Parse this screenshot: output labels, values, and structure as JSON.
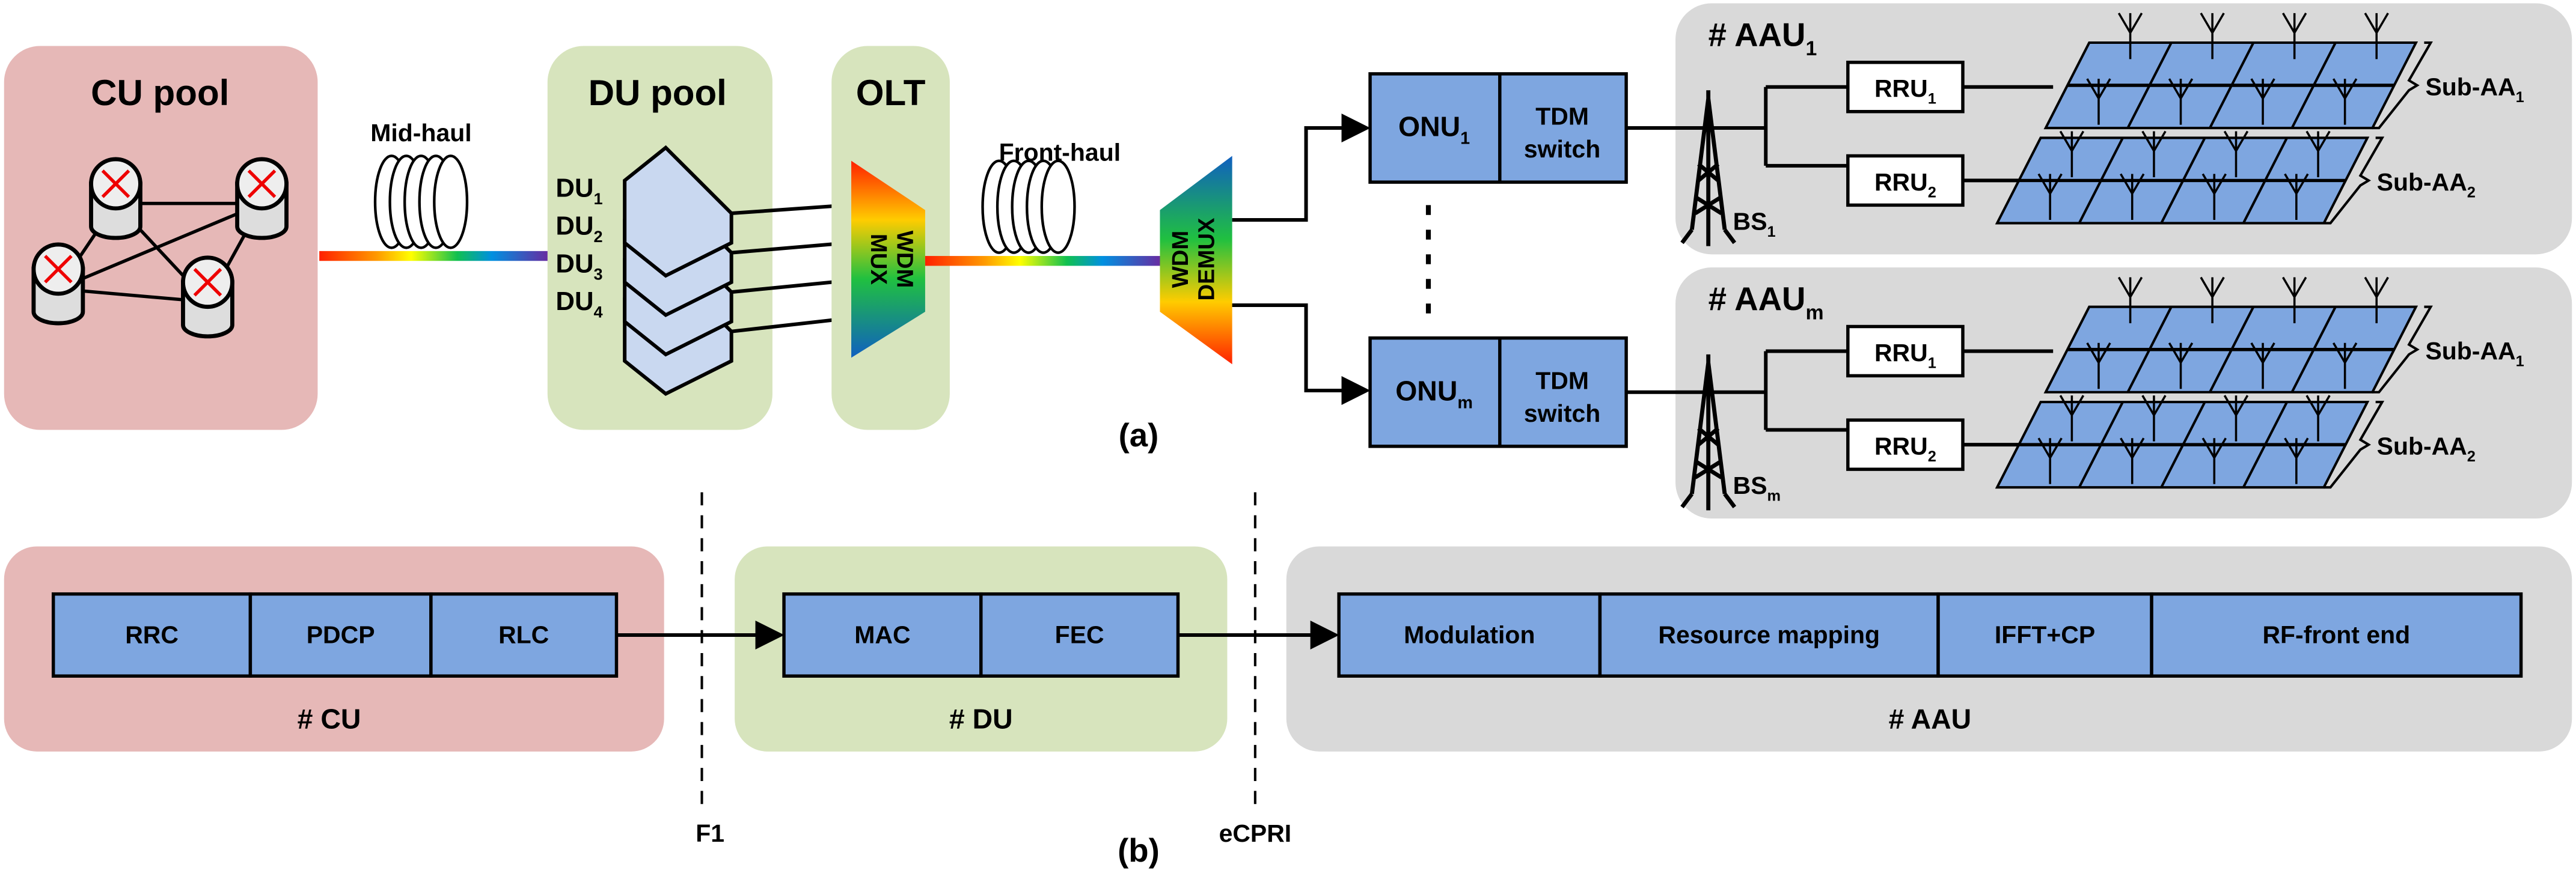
{
  "colors": {
    "cu": "#e6b8b7",
    "du": "#d7e4bd",
    "aau": "#d9d9d9",
    "block": "#7ea6e0"
  },
  "part_a": {
    "label": "(a)",
    "cu_pool": {
      "title": "CU pool",
      "icon": "router-network-icon"
    },
    "mid_haul": "Mid-haul",
    "du_pool": {
      "title": "DU pool",
      "units": [
        {
          "base": "DU",
          "sub": "1"
        },
        {
          "base": "DU",
          "sub": "2"
        },
        {
          "base": "DU",
          "sub": "3"
        },
        {
          "base": "DU",
          "sub": "4"
        }
      ],
      "icon": "server-stack-icon"
    },
    "olt": {
      "title": "OLT",
      "mux": [
        "WDM",
        "MUX"
      ]
    },
    "front_haul": "Front-haul",
    "demux": [
      "WDM",
      "DEMUX"
    ],
    "onus": [
      {
        "onu": {
          "base": "ONU",
          "sub": "1"
        },
        "switch": [
          "TDM",
          "switch"
        ],
        "aau": {
          "base": "# AAU",
          "sub": "1"
        },
        "bs": {
          "base": "BS",
          "sub": "1"
        },
        "rrus": [
          {
            "base": "RRU",
            "sub": "1"
          },
          {
            "base": "RRU",
            "sub": "2"
          }
        ],
        "subarrays": [
          {
            "base": "Sub-AA",
            "sub": "1"
          },
          {
            "base": "Sub-AA",
            "sub": "2"
          }
        ]
      },
      {
        "onu": {
          "base": "ONU",
          "sub": "m"
        },
        "switch": [
          "TDM",
          "switch"
        ],
        "aau": {
          "base": "# AAU",
          "sub": "m"
        },
        "bs": {
          "base": "BS",
          "sub": "m"
        },
        "rrus": [
          {
            "base": "RRU",
            "sub": "1"
          },
          {
            "base": "RRU",
            "sub": "2"
          }
        ],
        "subarrays": [
          {
            "base": "Sub-AA",
            "sub": "1"
          },
          {
            "base": "Sub-AA",
            "sub": "2"
          }
        ]
      }
    ]
  },
  "part_b": {
    "label": "(b)",
    "cu": {
      "title": "# CU",
      "blocks": [
        "RRC",
        "PDCP",
        "RLC"
      ]
    },
    "f1": "F1",
    "du": {
      "title": "# DU",
      "blocks": [
        "MAC",
        "FEC"
      ]
    },
    "ecpri": "eCPRI",
    "aau": {
      "title": "# AAU",
      "blocks": [
        "Modulation",
        "Resource mapping",
        "IFFT+CP",
        "RF-front end"
      ]
    }
  }
}
